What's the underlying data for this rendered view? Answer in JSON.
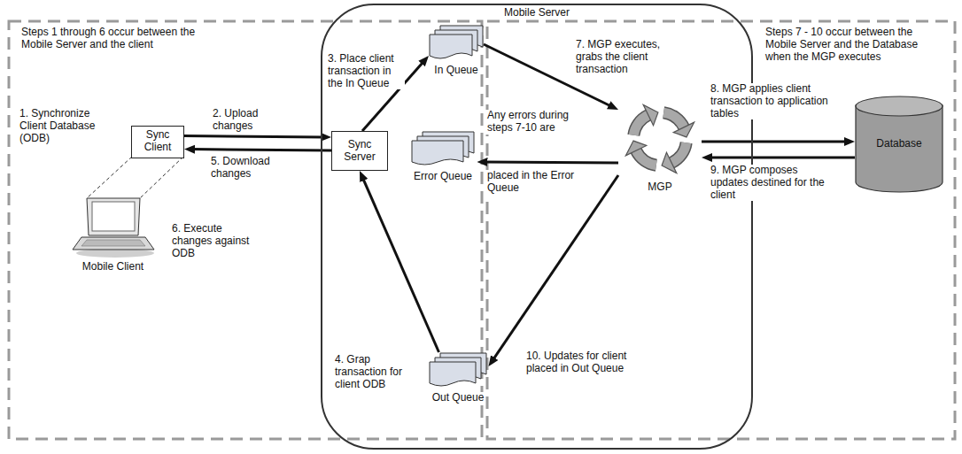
{
  "diagram": {
    "nodes": [
      {
        "text": [
          "Mobile Server"
        ]
      },
      {
        "text": [
          "Sync Client"
        ]
      },
      {
        "text": [
          "Mobile Client"
        ]
      },
      {
        "text": [
          "Sync Server"
        ],
        "in": 0
      },
      {
        "text": [
          "In Queue"
        ],
        "in": 0
      },
      {
        "text": [
          "Error Queue"
        ],
        "in": 0
      },
      {
        "text": [
          "MGP"
        ],
        "in": 0
      },
      {
        "text": [
          "Out Queue"
        ],
        "in": 0
      },
      {
        "text": [
          "Database"
        ]
      }
    ],
    "edges": [
      {
        "from": 1,
        "to": 3,
        "arrow": "to",
        "label": "2. Upload changes"
      },
      {
        "from": 3,
        "to": 1,
        "arrow": "to",
        "label": "5. Download changes"
      },
      {
        "from": 3,
        "to": 4,
        "arrow": "to",
        "label": "3. Place client transaction in the In Queue"
      },
      {
        "from": 7,
        "to": 3,
        "arrow": "to",
        "label": "4. Grap transaction for client ODB"
      },
      {
        "from": 4,
        "to": 6,
        "arrow": "to",
        "label": "7. MGP executes, grabs the client transaction"
      },
      {
        "from": 6,
        "to": 5,
        "arrow": "to",
        "label": "Any errors during steps 7-10 are"
      },
      {
        "from": 6,
        "to": 8,
        "arrow": "to",
        "label": "8. MGP applies client transaction to application tables"
      },
      {
        "from": 8,
        "to": 6,
        "arrow": "to",
        "label": "9. MGP composes updates destined for the client"
      },
      {
        "from": 6,
        "to": 7,
        "arrow": "to",
        "label": "10. Updates for client placed in Out Queue"
      }
    ],
    "labels": [
      "Steps 1 through 6 occur between the Mobile Server and the client",
      "1. Synchronize Client Database (ODB)",
      "6. Execute changes against ODB",
      "placed in the Error Queue",
      "Steps 7 - 10 occur between the Mobile Server and the Database when the MGP executes"
    ]
  }
}
